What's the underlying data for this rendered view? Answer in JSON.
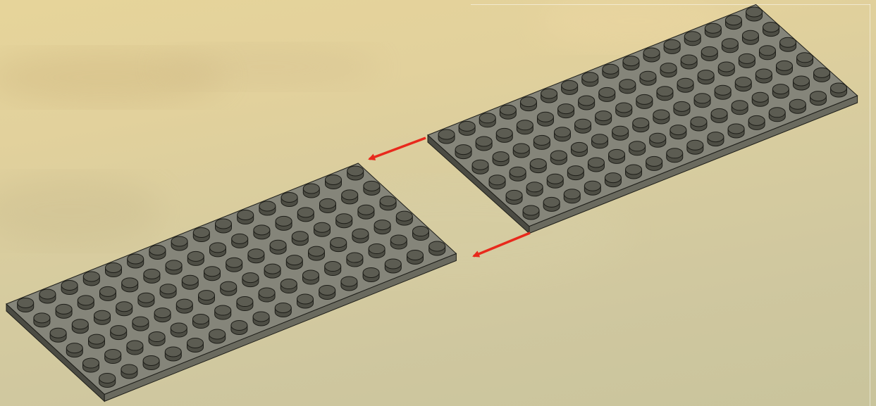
{
  "scene": {
    "description_visible_text": "",
    "colors": {
      "plate_top": "#85857a",
      "plate_side_left": "#4b4b43",
      "plate_side_right": "#6a6a5f",
      "stud_body": "#4d4d44",
      "stud_top": "#5c5c52",
      "edge": "#1e1e19",
      "arrow": "#e8291c"
    },
    "plates": [
      {
        "name": "back-plate",
        "studs_along": 16,
        "studs_across": 6
      },
      {
        "name": "front-plate",
        "studs_along": 16,
        "studs_across": 6
      }
    ],
    "arrows": [
      {
        "name": "upper-arrow",
        "direction": "down-left"
      },
      {
        "name": "lower-arrow",
        "direction": "down-left"
      }
    ]
  }
}
